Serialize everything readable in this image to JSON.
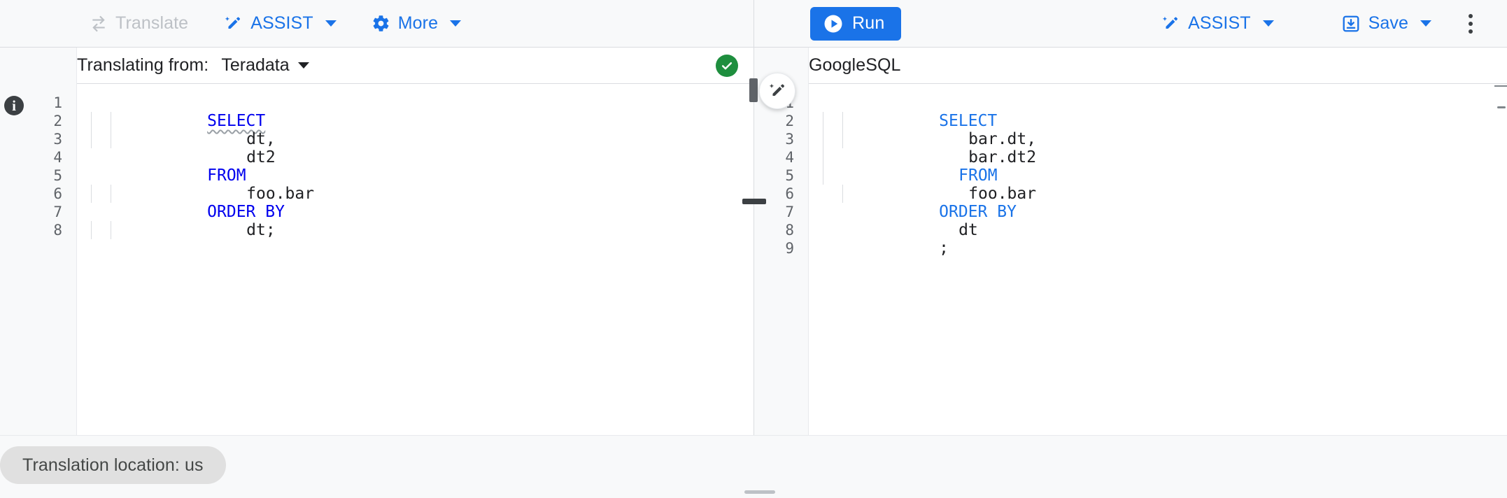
{
  "toolbar": {
    "left": [
      {
        "label": "Translate",
        "icon": "translate-swap-icon",
        "state": "disabled"
      },
      {
        "label": "ASSIST",
        "icon": "assist-magic-pencil-icon",
        "state": "enabled",
        "has_caret": true
      },
      {
        "label": "More",
        "icon": "gear-icon",
        "state": "enabled",
        "has_caret": true
      }
    ],
    "right": {
      "run_label": "Run",
      "assist_label": "ASSIST",
      "save_label": "Save",
      "overflow_name": "more-options"
    }
  },
  "source_panel": {
    "label": "Translating from:",
    "dialect": "Teradata",
    "status": "translation-success",
    "line_numbers": [
      "1",
      "2",
      "3",
      "4",
      "5",
      "6",
      "7",
      "8"
    ],
    "lines": [
      {
        "indent": 0,
        "keyword": "SELECT",
        "text": "",
        "squiggly": true
      },
      {
        "indent": 2,
        "keyword": "",
        "text": "dt,"
      },
      {
        "indent": 2,
        "keyword": "",
        "text": "dt2"
      },
      {
        "indent": 0,
        "keyword": "FROM",
        "text": ""
      },
      {
        "indent": 2,
        "keyword": "",
        "text": "foo.bar"
      },
      {
        "indent": 0,
        "keyword": "ORDER BY",
        "text": ""
      },
      {
        "indent": 2,
        "keyword": "",
        "text": "dt;"
      },
      {
        "indent": 0,
        "keyword": "",
        "text": ""
      }
    ]
  },
  "target_panel": {
    "dialect": "GoogleSQL",
    "line_numbers": [
      "1",
      "2",
      "3",
      "4",
      "5",
      "6",
      "7",
      "8",
      "9"
    ],
    "lines": [
      {
        "indent": 0,
        "keyword": "SELECT",
        "text": ""
      },
      {
        "indent": 2,
        "keyword": "",
        "text": "bar.dt,"
      },
      {
        "indent": 2,
        "keyword": "",
        "text": "bar.dt2"
      },
      {
        "indent": 1,
        "keyword": "FROM",
        "text": ""
      },
      {
        "indent": 2,
        "keyword": "",
        "text": "foo.bar"
      },
      {
        "indent": 0,
        "keyword": "ORDER BY",
        "text": ""
      },
      {
        "indent": 1,
        "keyword": "",
        "text": "dt"
      },
      {
        "indent": 0,
        "keyword": "",
        "text": ";"
      },
      {
        "indent": 0,
        "keyword": "",
        "text": ""
      }
    ]
  },
  "footer": {
    "location_chip": "Translation location: us"
  },
  "colors": {
    "accent_blue": "#1a73e8",
    "keyword_blue_source": "#0000ee",
    "keyword_blue_target": "#1a73e8",
    "success_green": "#1e8e3e",
    "disabled_gray": "#bdc1c6",
    "chip_bg": "#e0e0e0",
    "surface_gray": "#f8f9fa"
  }
}
